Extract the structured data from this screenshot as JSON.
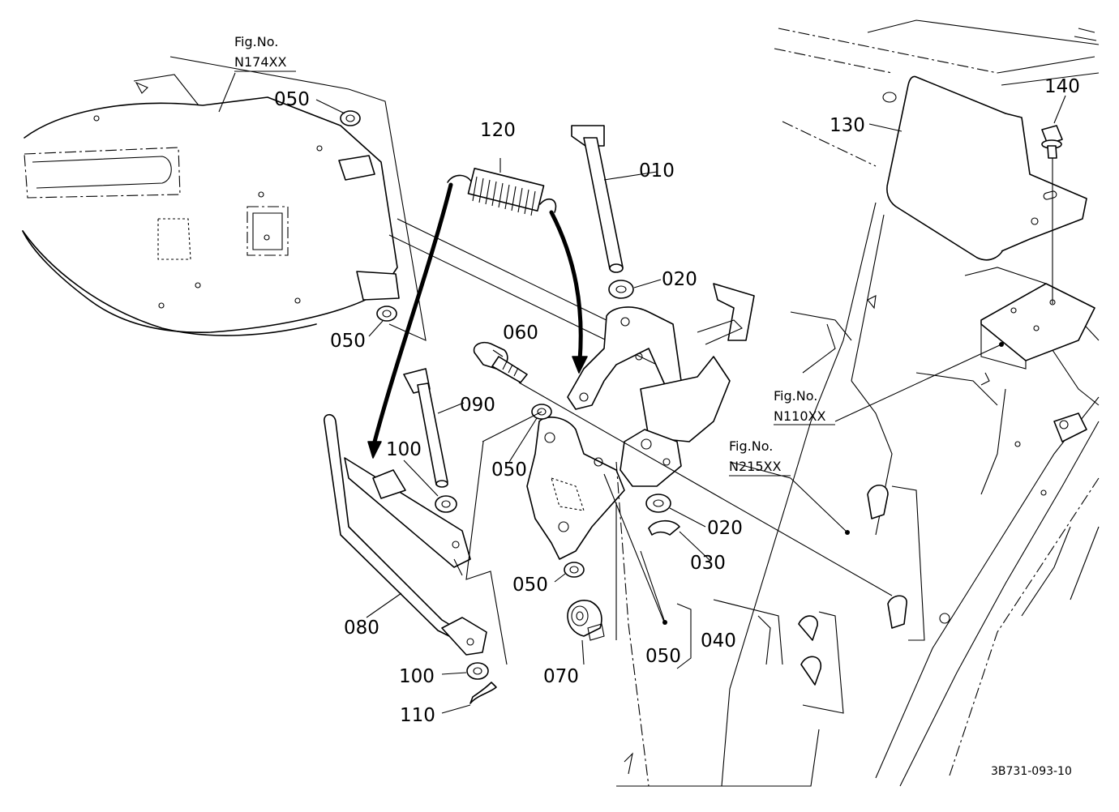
{
  "figure_refs": [
    {
      "id": "n174",
      "line1": "Fig.No.",
      "line2": "N174XX"
    },
    {
      "id": "n110",
      "line1": "Fig.No.",
      "line2": "N110XX"
    },
    {
      "id": "n215",
      "line1": "Fig.No.",
      "line2": "N215XX"
    }
  ],
  "part_labels": {
    "p010": "010",
    "p020a": "020",
    "p020b": "020",
    "p030": "030",
    "p040": "040",
    "p050a": "050",
    "p050b": "050",
    "p050c": "050",
    "p050d": "050",
    "p050e": "050",
    "p060": "060",
    "p070": "070",
    "p080": "080",
    "p090": "090",
    "p100a": "100",
    "p100b": "100",
    "p110": "110",
    "p120": "120",
    "p130": "130",
    "p140": "140"
  },
  "drawing_code": "3B731-093-10"
}
